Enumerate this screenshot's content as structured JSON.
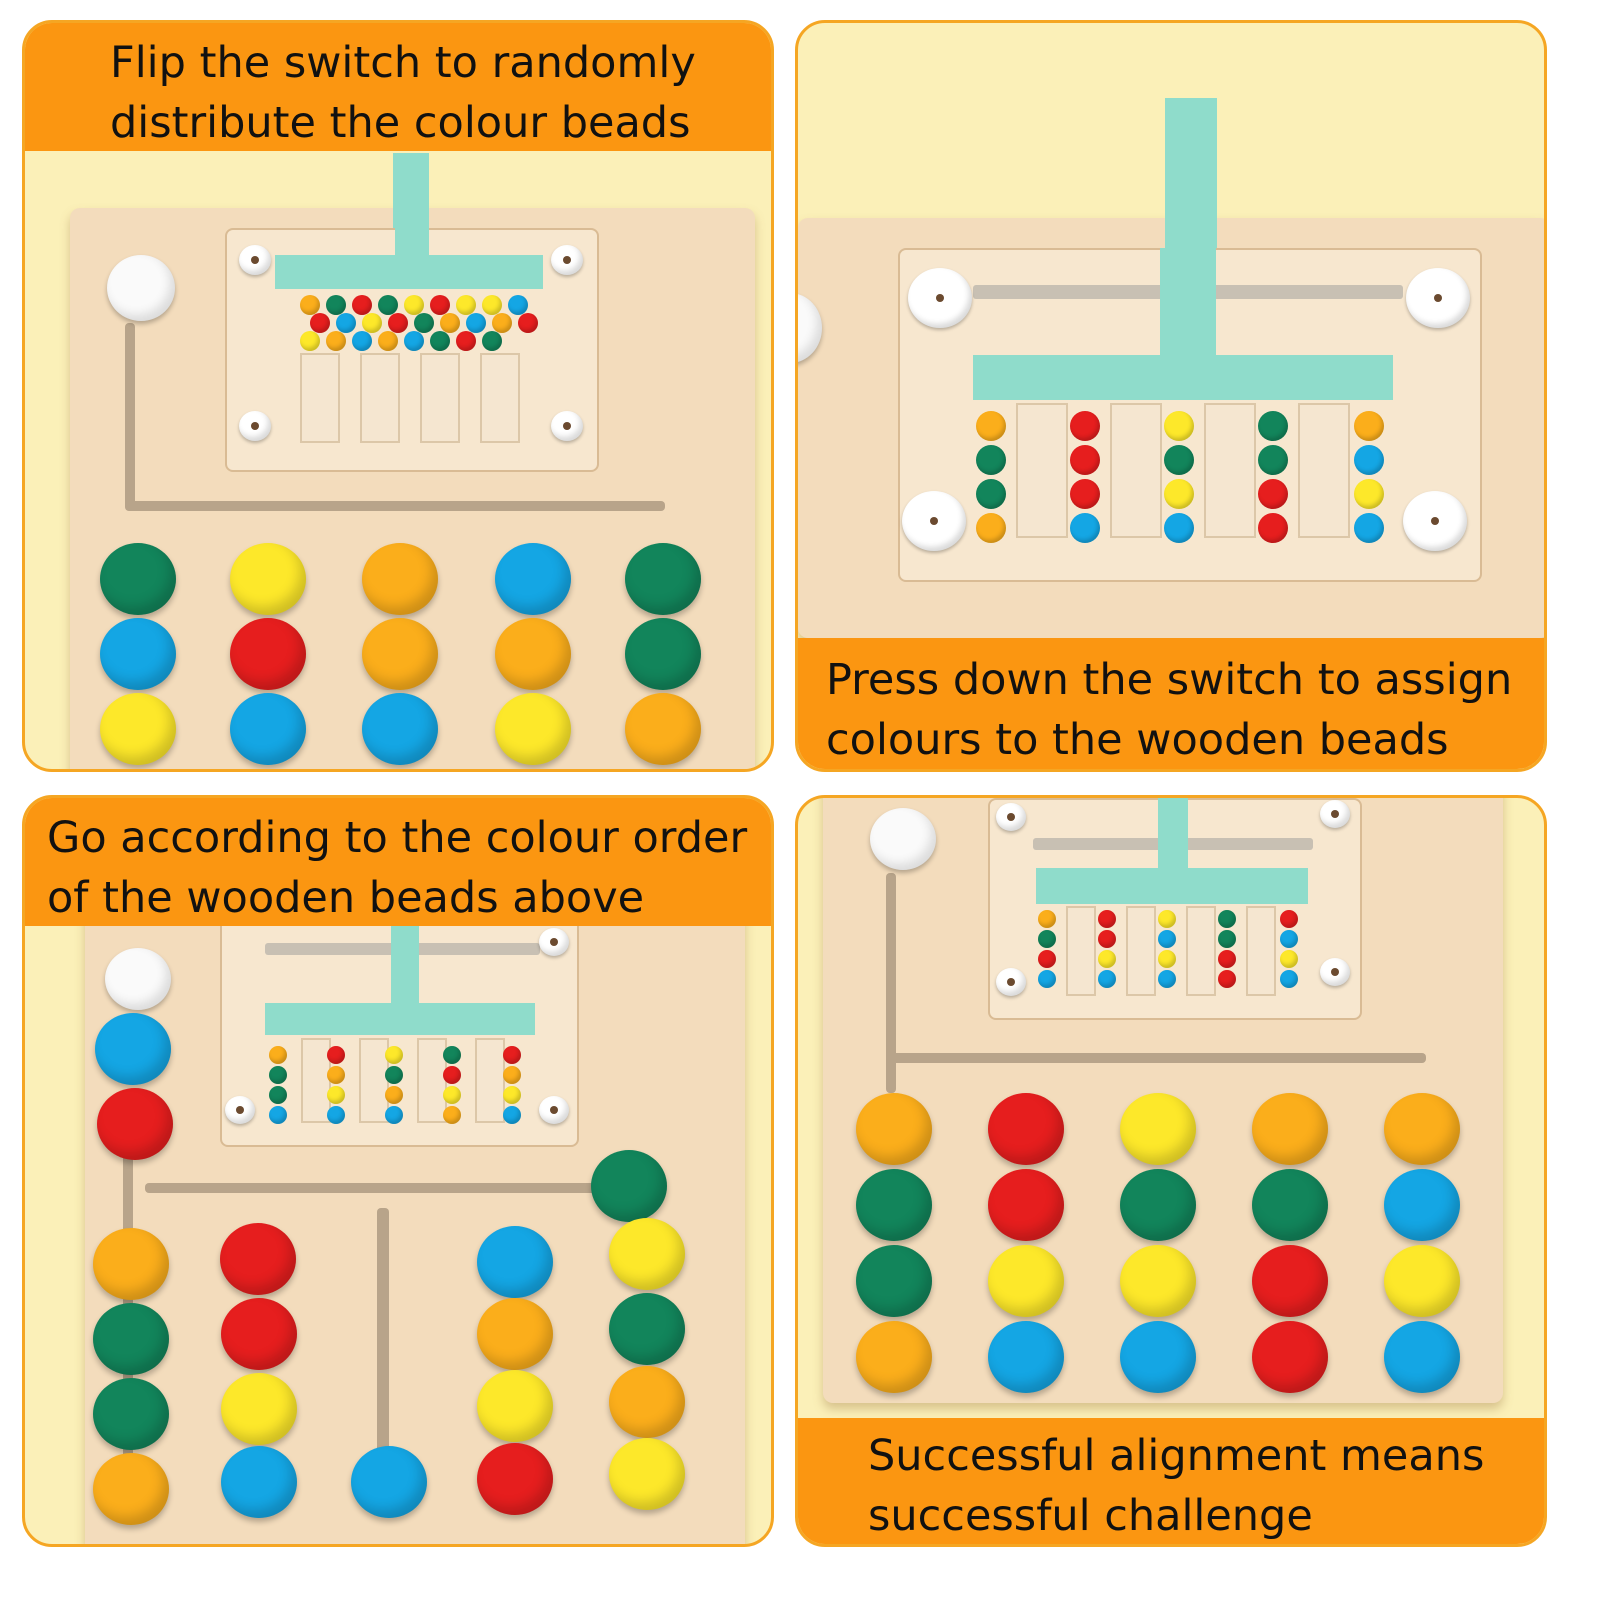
{
  "captions": {
    "step1": [
      "Flip the switch to randomly",
      "distribute the colour beads"
    ],
    "step2": [
      "Press down the switch to assign",
      "colours to the wooden beads"
    ],
    "step3": [
      "Go according to the colour order",
      "of the wooden beads above"
    ],
    "step4": [
      "Successful alignment means",
      "successful challenge"
    ]
  },
  "colors": {
    "banner": "#fb9611",
    "frame": "#f5a623",
    "background": "#fbf0b8",
    "wood": "#f3dcbc",
    "mint": "#8fdccb",
    "green": "#12855b",
    "blue": "#14a6e4",
    "yellow": "#fde82a",
    "orange": "#fbae1b",
    "red": "#e61e1e"
  }
}
